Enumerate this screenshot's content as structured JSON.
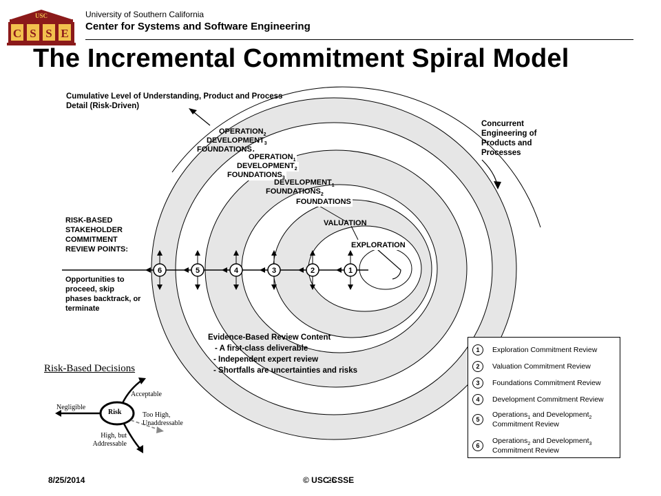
{
  "header": {
    "logo_top": "USC",
    "logo_letters": [
      "C",
      "S",
      "S",
      "E"
    ],
    "university": "University of Southern California",
    "center": "Center for Systems and Software Engineering",
    "title": "The Incremental Commitment Spiral Model"
  },
  "spiral": {
    "cumulative_label": "Cumulative Level of Understanding, Product and Process Detail (Risk-Driven)",
    "concurrent_label": "Concurrent Engineering of Products and Processes",
    "phases": {
      "operation2": "OPERATION",
      "operation2_sub": "2",
      "development3": "DEVELOPMENT",
      "development3_sub": "3",
      "foundations4": "FOUNDATIONS",
      "foundations4_sub": "4",
      "operation1": "OPERATION",
      "operation1_sub": "1",
      "development2": "DEVELOPMENT",
      "development2_sub": "2",
      "foundations3": "FOUNDATIONS",
      "foundations3_sub": "3",
      "development1": "DEVELOPMENT",
      "development1_sub": "1",
      "foundations2": "FOUNDATIONS",
      "foundations2_sub": "2",
      "foundations": "FOUNDATIONS",
      "valuation": "VALUATION",
      "exploration": "EXPLORATION"
    },
    "review_points": [
      "6",
      "5",
      "4",
      "3",
      "2",
      "1"
    ],
    "risk_based_label": "RISK-BASED STAKEHOLDER COMMITMENT REVIEW POINTS:",
    "opportunities_label": "Opportunities to proceed, skip phases backtrack, or terminate",
    "evidence": {
      "title": "Evidence-Based Review Content",
      "items": [
        "- A first-class deliverable",
        "- Independent expert review",
        "- Shortfalls are uncertainties and risks"
      ]
    }
  },
  "risk_decisions": {
    "title": "Risk-Based Decisions",
    "center": "Risk",
    "acceptable": "Acceptable",
    "negligible": "Negligible",
    "too_high": "Too High, Unaddressable",
    "high_but": "High, but Addressable"
  },
  "legend": [
    {
      "num": "1",
      "text": "Exploration Commitment Review"
    },
    {
      "num": "2",
      "text": "Valuation Commitment Review"
    },
    {
      "num": "3",
      "text": "Foundations Commitment Review"
    },
    {
      "num": "4",
      "text": "Development Commitment Review"
    },
    {
      "num": "5",
      "text_a": "Operations",
      "sub_a": "1",
      "text_b": " and Development",
      "sub_b": "2",
      "text_c": "Commitment Review"
    },
    {
      "num": "6",
      "text_a": "Operations",
      "sub_a": "2",
      "text_b": " and Development",
      "sub_b": "3",
      "text_c": "Commitment Review"
    }
  ],
  "footer": {
    "date": "8/25/2014",
    "copyright": "© USC-CSSE",
    "page": "25"
  },
  "colors": {
    "logo_red": "#8b1a1a",
    "logo_gold": "#f2c14e",
    "ring_gray": "#e6e6e6"
  }
}
